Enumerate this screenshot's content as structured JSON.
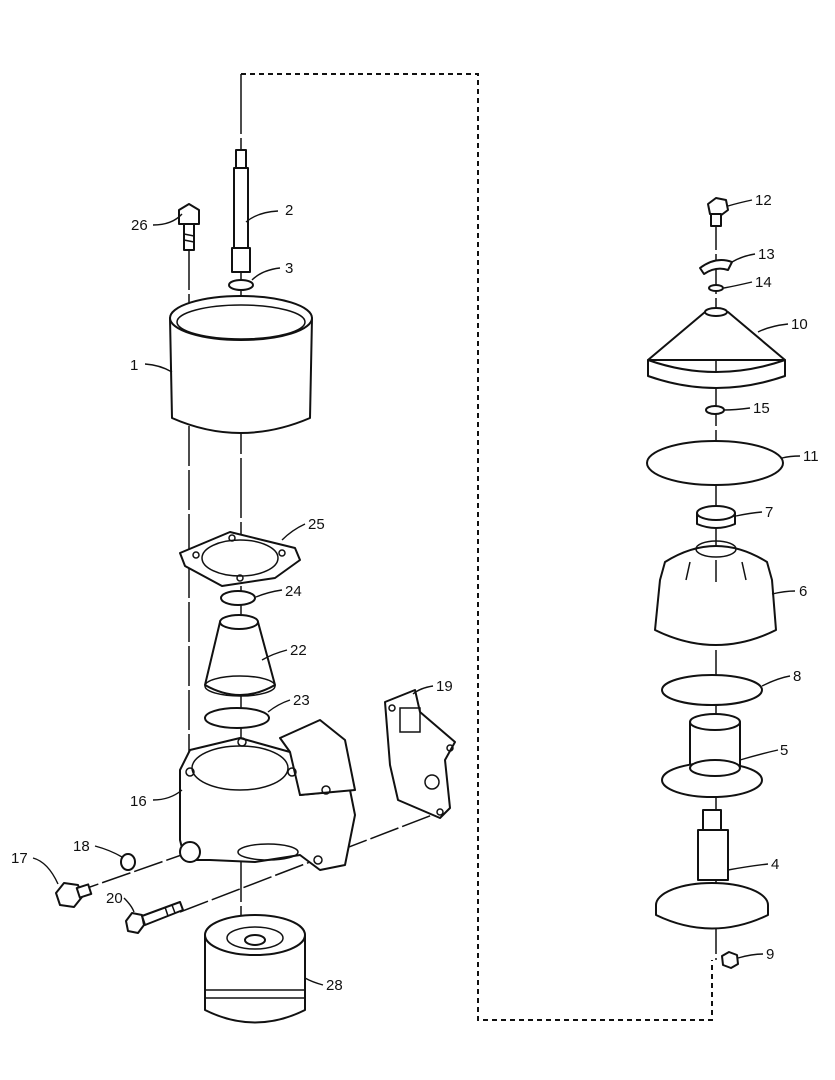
{
  "callouts": [
    {
      "id": "p1",
      "label": "1"
    },
    {
      "id": "p2",
      "label": "2"
    },
    {
      "id": "p3",
      "label": "3"
    },
    {
      "id": "p4",
      "label": "4"
    },
    {
      "id": "p5",
      "label": "5"
    },
    {
      "id": "p6",
      "label": "6"
    },
    {
      "id": "p7",
      "label": "7"
    },
    {
      "id": "p8",
      "label": "8"
    },
    {
      "id": "p9",
      "label": "9"
    },
    {
      "id": "p10",
      "label": "10"
    },
    {
      "id": "p11",
      "label": "11"
    },
    {
      "id": "p12",
      "label": "12"
    },
    {
      "id": "p13",
      "label": "13"
    },
    {
      "id": "p14",
      "label": "14"
    },
    {
      "id": "p15",
      "label": "15"
    },
    {
      "id": "p16",
      "label": "16"
    },
    {
      "id": "p17",
      "label": "17"
    },
    {
      "id": "p18",
      "label": "18"
    },
    {
      "id": "p19",
      "label": "19"
    },
    {
      "id": "p20",
      "label": "20"
    },
    {
      "id": "p22",
      "label": "22"
    },
    {
      "id": "p23",
      "label": "23"
    },
    {
      "id": "p24",
      "label": "24"
    },
    {
      "id": "p25",
      "label": "25"
    },
    {
      "id": "p26",
      "label": "26"
    },
    {
      "id": "p28",
      "label": "28"
    }
  ]
}
